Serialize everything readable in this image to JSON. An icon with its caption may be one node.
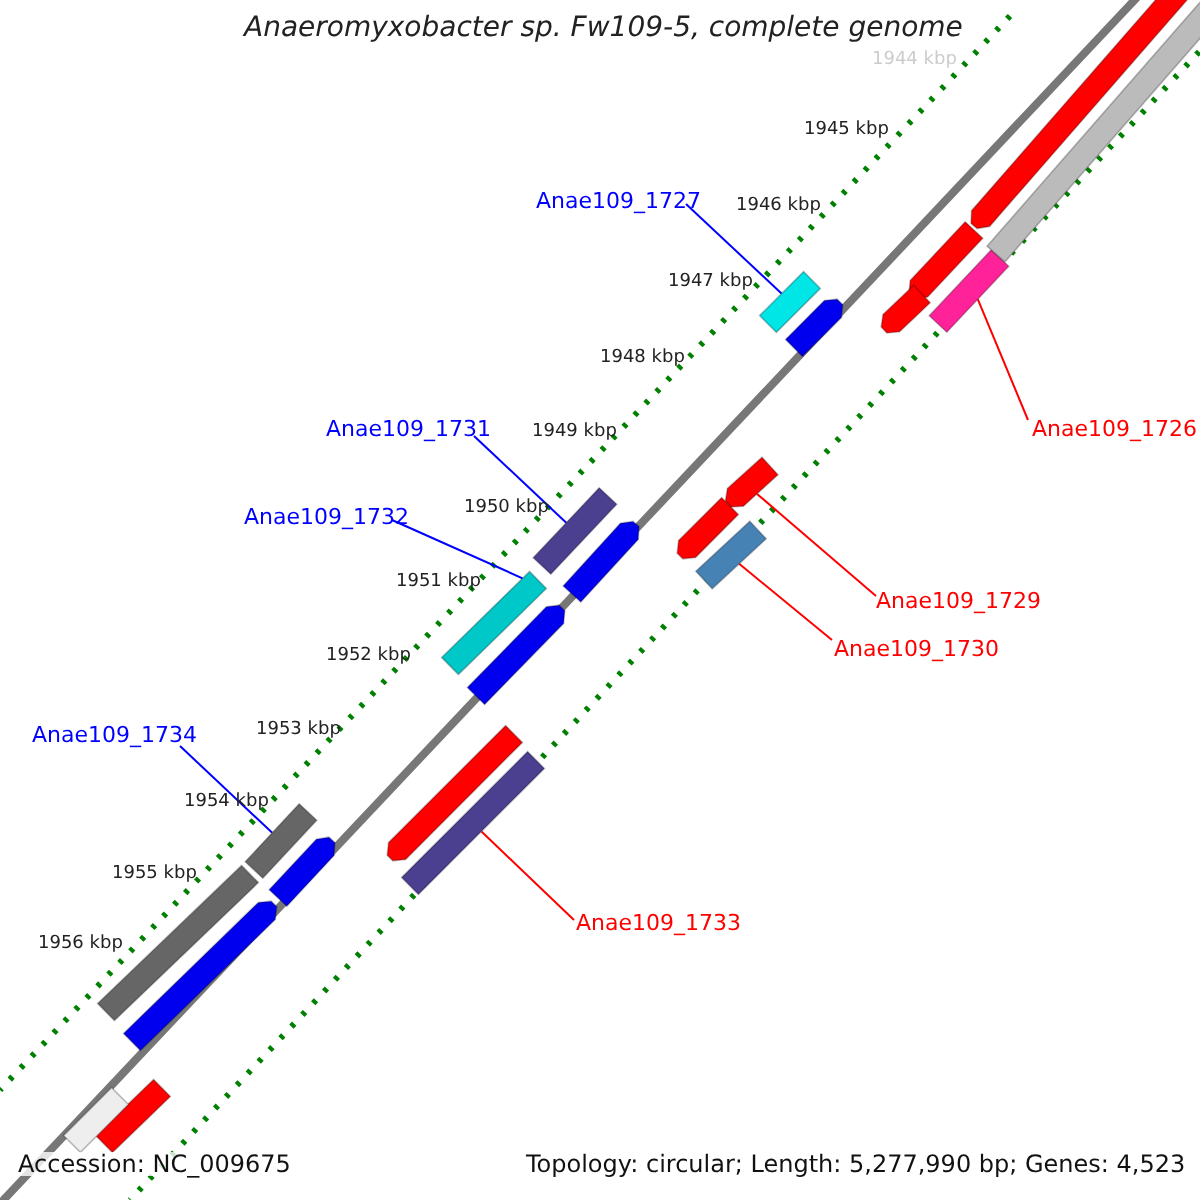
{
  "diagram": {
    "title": "Anaeromyxobacter sp. Fw109-5, complete genome",
    "nodes": [
      {
        "text": [
          "Anae109_1727"
        ]
      },
      {
        "text": [],
        "shape": "bar"
      },
      {
        "text": [
          "Anae109_1726"
        ]
      },
      {
        "text": [],
        "shape": "bar"
      },
      {
        "text": [
          "Anae109_1731"
        ]
      },
      {
        "text": [],
        "shape": "bar"
      },
      {
        "text": [
          "Anae109_1732"
        ]
      },
      {
        "text": [],
        "shape": "bar"
      },
      {
        "text": [
          "Anae109_1729"
        ]
      },
      {
        "text": [],
        "shape": "bar"
      },
      {
        "text": [
          "Anae109_1730"
        ]
      },
      {
        "text": [],
        "shape": "bar"
      },
      {
        "text": [
          "Anae109_1734"
        ]
      },
      {
        "text": [],
        "shape": "bar"
      },
      {
        "text": [
          "Anae109_1733"
        ]
      },
      {
        "text": [],
        "shape": "bar"
      },
      {
        "text": [],
        "shape": "bar"
      },
      {
        "text": [],
        "shape": "bar"
      },
      {
        "text": [],
        "shape": "bar"
      },
      {
        "text": [],
        "shape": "bar"
      },
      {
        "text": [],
        "shape": "bar"
      },
      {
        "text": [],
        "shape": "bar"
      },
      {
        "text": [],
        "shape": "bar"
      },
      {
        "text": [],
        "shape": "bar"
      },
      {
        "text": [],
        "shape": "bar"
      },
      {
        "text": [],
        "shape": "bar"
      },
      {
        "text": [],
        "shape": "bar"
      },
      {
        "text": [],
        "shape": "bar"
      },
      {
        "text": [],
        "shape": "bar"
      },
      {
        "text": [],
        "shape": "bar"
      }
    ],
    "edges": [
      {
        "from": 0,
        "to": 1,
        "arrow": "none",
        "color": "#0000ff"
      },
      {
        "from": 2,
        "to": 3,
        "arrow": "none",
        "color": "#ff0000"
      },
      {
        "from": 4,
        "to": 5,
        "arrow": "none",
        "color": "#0000ff"
      },
      {
        "from": 6,
        "to": 7,
        "arrow": "none",
        "color": "#0000ff"
      },
      {
        "from": 8,
        "to": 9,
        "arrow": "none",
        "color": "#ff0000"
      },
      {
        "from": 10,
        "to": 11,
        "arrow": "none",
        "color": "#ff0000"
      },
      {
        "from": 12,
        "to": 13,
        "arrow": "none",
        "color": "#0000ff"
      },
      {
        "from": 14,
        "to": 15,
        "arrow": "none",
        "color": "#ff0000"
      }
    ],
    "labels": [
      "1944 kbp",
      "1945 kbp",
      "1946 kbp",
      "1947 kbp",
      "1948 kbp",
      "1949 kbp",
      "1950 kbp",
      "1951 kbp",
      "1952 kbp",
      "1953 kbp",
      "1954 kbp",
      "1955 kbp",
      "1956 kbp",
      "Accession: NC_009675",
      "Topology: circular; Length: 5,277,990 bp; Genes: 4,523"
    ]
  }
}
